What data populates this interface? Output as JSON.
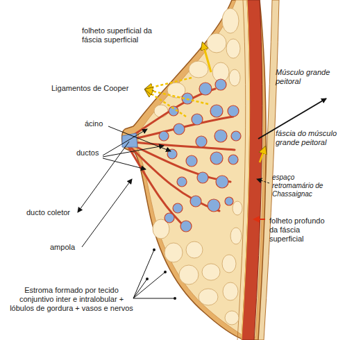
{
  "diagram": {
    "labels": [
      "folheto superficial da fáscia superficial",
      "Ligamentos de Cooper",
      "Músculo grande peitoral",
      "ácino",
      "fáscia do músculo grande peitoral",
      "ductos",
      "espaço retromamário de Chassaignac",
      "ducto coletor",
      "folheto profundo da fáscia superficial",
      "ampola",
      "Estroma formado por tecido conjuntivo inter e intralobular + lóbulos de gordura + vasos e nervos"
    ]
  }
}
